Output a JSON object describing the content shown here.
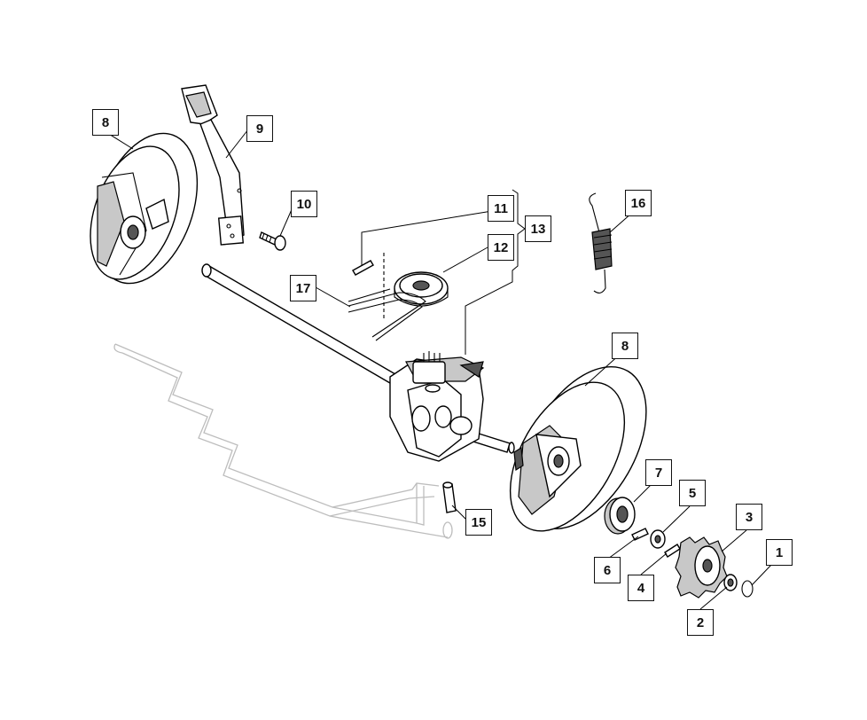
{
  "callouts": [
    {
      "id": "c1",
      "label": "1"
    },
    {
      "id": "c2",
      "label": "2"
    },
    {
      "id": "c3",
      "label": "3"
    },
    {
      "id": "c4",
      "label": "4"
    },
    {
      "id": "c5",
      "label": "5"
    },
    {
      "id": "c6",
      "label": "6"
    },
    {
      "id": "c7",
      "label": "7"
    },
    {
      "id": "c8a",
      "label": "8"
    },
    {
      "id": "c8b",
      "label": "8"
    },
    {
      "id": "c9",
      "label": "9"
    },
    {
      "id": "c10",
      "label": "10"
    },
    {
      "id": "c11",
      "label": "11"
    },
    {
      "id": "c12",
      "label": "12"
    },
    {
      "id": "c13",
      "label": "13"
    },
    {
      "id": "c15",
      "label": "15"
    },
    {
      "id": "c16",
      "label": "16"
    },
    {
      "id": "c17",
      "label": "17"
    }
  ]
}
